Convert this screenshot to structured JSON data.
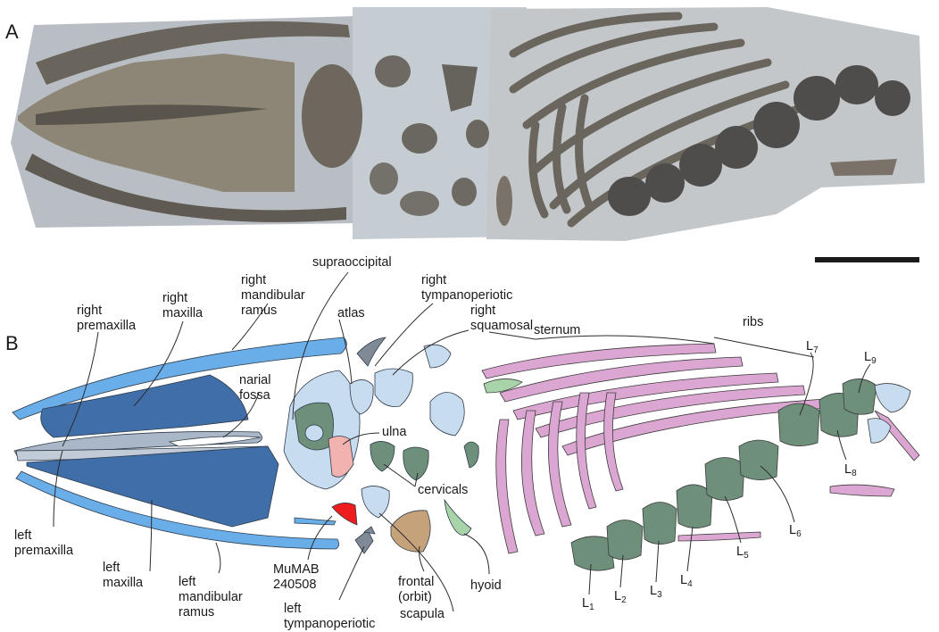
{
  "panels": {
    "a": "A",
    "b": "B"
  },
  "colors": {
    "light_blue": "#69aee9",
    "dark_blue": "#3f6ea8",
    "pale_blue": "#c8dcf0",
    "gray_blue": "#a9b7c8",
    "green": "#6e8f7a",
    "light_green": "#a9d3a8",
    "pink": "#dba7d2",
    "salmon": "#f2b2b0",
    "red": "#ee1c1c",
    "tan": "#c6a27b",
    "slate": "#7f8a96"
  },
  "labels": {
    "supraoccipital": "supraoccipital",
    "right_tympanoperiotic_1": "right",
    "right_tympanoperiotic_2": "tympanoperiotic",
    "right_mandibular_ramus_1": "right",
    "right_mandibular_ramus_2": "mandibular",
    "right_mandibular_ramus_3": "ramus",
    "right_maxilla_1": "right",
    "right_maxilla_2": "maxilla",
    "right_premaxilla_1": "right",
    "right_premaxilla_2": "premaxilla",
    "atlas": "atlas",
    "right_squamosal_1": "right",
    "right_squamosal_2": "squamosal",
    "sternum": "sternum",
    "ribs": "ribs",
    "narial_fossa_1": "narial",
    "narial_fossa_2": "fossa",
    "ulna": "ulna",
    "cervicals": "cervicals",
    "left_premaxilla_1": "left",
    "left_premaxilla_2": "premaxilla",
    "left_maxilla_1": "left",
    "left_maxilla_2": "maxilla",
    "left_mandibular_ramus_1": "left",
    "left_mandibular_ramus_2": "mandibular",
    "left_mandibular_ramus_3": "ramus",
    "specimen_1": "MuMAB",
    "specimen_2": "240508",
    "left_tympanoperiotic_1": "left",
    "left_tympanoperiotic_2": "tympanoperiotic",
    "frontal_1": "frontal",
    "frontal_2": "(orbit)",
    "scapula": "scapula",
    "hyoid": "hyoid"
  },
  "lumbars": [
    {
      "base": "L",
      "sub": "1"
    },
    {
      "base": "L",
      "sub": "2"
    },
    {
      "base": "L",
      "sub": "3"
    },
    {
      "base": "L",
      "sub": "4"
    },
    {
      "base": "L",
      "sub": "5"
    },
    {
      "base": "L",
      "sub": "6"
    },
    {
      "base": "L",
      "sub": "7"
    },
    {
      "base": "L",
      "sub": "8"
    },
    {
      "base": "L",
      "sub": "9"
    }
  ]
}
